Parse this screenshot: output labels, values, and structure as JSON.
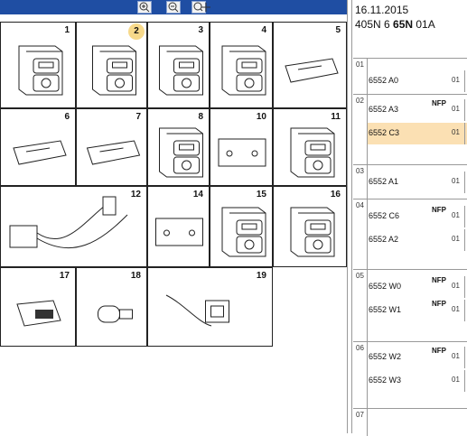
{
  "toolbar": {
    "zoom_in_icon": "zoom-in-icon",
    "zoom_out_icon": "zoom-out-icon",
    "pan_icon": "pan-icon"
  },
  "catalog": {
    "cells": [
      {
        "num": "1"
      },
      {
        "num": "2"
      },
      {
        "num": "3"
      },
      {
        "num": "4"
      },
      {
        "num": "5"
      },
      {
        "num": "6"
      },
      {
        "num": "7"
      },
      {
        "num": "8"
      },
      {
        "num": "10"
      },
      {
        "num": "11"
      },
      {
        "num": "12"
      },
      {
        "num": "14"
      },
      {
        "num": "15"
      },
      {
        "num": "16"
      },
      {
        "num": "17"
      },
      {
        "num": "18"
      },
      {
        "num": "19"
      }
    ],
    "selected": "2"
  },
  "panel": {
    "date": "16.11.2015",
    "ref_prefix": "405N 6 ",
    "ref_bold": "65N",
    "ref_suffix": " 01A",
    "groups": [
      {
        "code": "01",
        "rows": [
          {
            "ref": "6552 A0",
            "nfp": "",
            "qty": "01"
          }
        ]
      },
      {
        "code": "02",
        "rows": [
          {
            "ref": "6552 A3",
            "nfp": "NFP",
            "qty": "01"
          },
          {
            "ref": "6552 C3",
            "nfp": "",
            "qty": "01",
            "selected": true
          }
        ]
      },
      {
        "code": "03",
        "rows": [
          {
            "ref": "6552 A1",
            "nfp": "",
            "qty": "01"
          }
        ]
      },
      {
        "code": "04",
        "rows": [
          {
            "ref": "6552 C6",
            "nfp": "NFP",
            "qty": "01"
          },
          {
            "ref": "6552 A2",
            "nfp": "",
            "qty": "01"
          }
        ]
      },
      {
        "code": "05",
        "rows": [
          {
            "ref": "6552 W0",
            "nfp": "NFP",
            "qty": "01"
          },
          {
            "ref": "6552 W1",
            "nfp": "NFP",
            "qty": "01"
          }
        ]
      },
      {
        "code": "06",
        "rows": [
          {
            "ref": "6552 W2",
            "nfp": "NFP",
            "qty": "01"
          },
          {
            "ref": "6552 W3",
            "nfp": "",
            "qty": "01"
          }
        ]
      },
      {
        "code": "07",
        "rows": []
      }
    ]
  }
}
